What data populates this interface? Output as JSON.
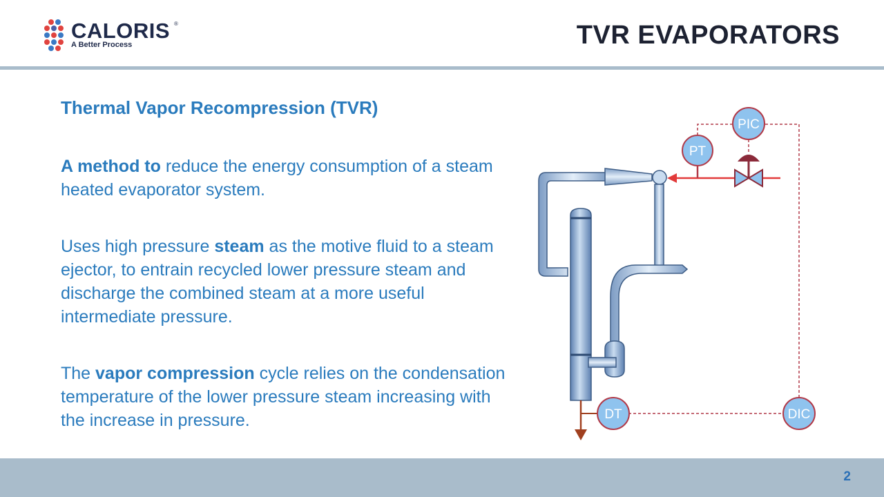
{
  "brand": {
    "name": "CALORIS",
    "registered": "®",
    "tagline": "A Better Process"
  },
  "slide": {
    "title": "TVR EVAPORATORS",
    "subheading": "Thermal Vapor Recompression (TVR)",
    "paragraph1": {
      "bold": "A method to",
      "rest": " reduce the energy consumption of a steam heated evaporator system."
    },
    "paragraph2": {
      "pre": "Uses high pressure ",
      "bold": "steam",
      "post": " as the motive fluid to a steam ejector, to entrain recycled lower pressure steam and discharge the combined steam at a more useful intermediate pressure."
    },
    "paragraph3": {
      "pre": "The ",
      "bold": "vapor compression",
      "post": " cycle relies on the condensation temperature of the lower pressure steam increasing with the increase in pressure."
    },
    "page_number": "2"
  },
  "diagram": {
    "instruments": [
      "PIC",
      "PT",
      "DT",
      "DIC"
    ],
    "colors": {
      "vessel": "#9fbfe0",
      "outline": "#3e5d86",
      "steam_line": "#e23a3a",
      "signal_line": "#b23a48",
      "product_line": "#a0401f",
      "bubble": "#8fc3ee",
      "valve": "#8b2a3a"
    }
  },
  "colors": {
    "accent_text": "#2a7bbd",
    "footer": "#a9bccb",
    "title": "#1d2232"
  }
}
